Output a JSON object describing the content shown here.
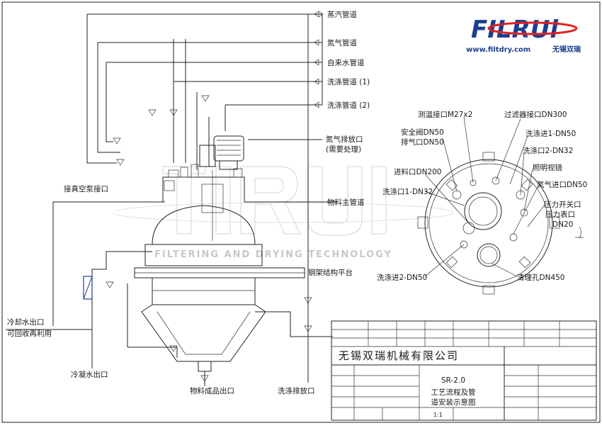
{
  "logo": {
    "brand": "FILRUi",
    "url": "www.filtdry.com",
    "cn_name": "无锡双瑞"
  },
  "watermark": {
    "tagline": "FILTERING AND DRYING TECHNOLOGY"
  },
  "pipe_labels": {
    "steam": "蒸汽管道",
    "nitrogen": "氮气管道",
    "tap_water": "自来水管道",
    "wash1": "洗涤管道 (1)",
    "wash2": "洗涤管道 (2)",
    "n2_exhaust_1": "氮气排放口",
    "n2_exhaust_2": "(需要处理)",
    "vacuum": "接真空泵接口",
    "feed_main": "物料主管道",
    "platform": "钢架结构平台",
    "coolant_out_1": "冷却水出口",
    "coolant_out_2": "可回收再利用",
    "condensate_out": "冷凝水出口",
    "product_out": "物料成品出口",
    "wash_drain": "洗涤排放口"
  },
  "top_view_labels": {
    "temp_port": "测温接口M27x2",
    "filter_port": "过滤器接口DN300",
    "safety_valve": "安全阀DN50",
    "vent": "排气口DN50",
    "wash_in1": "洗涤进1-DN50",
    "wash_out2": "洗涤口2-DN32",
    "feed_in": "进料口DN200",
    "light_glass": "照明视镜",
    "wash_out1": "洗涤口1-DN32",
    "n2_in": "氮气进口DN50",
    "pressure_switch": "压力开关口",
    "gauge_port_1": "压力表口",
    "gauge_port_2": "DN20",
    "wash_in2": "洗涤进2-DN50",
    "manhole": "清理孔DN450"
  },
  "title_block": {
    "company": "无锡双瑞机械有限公司",
    "model": "SR-2.0",
    "drawing_title_1": "工艺流程及管",
    "drawing_title_2": "道安装示意图",
    "scale": "1:1"
  }
}
